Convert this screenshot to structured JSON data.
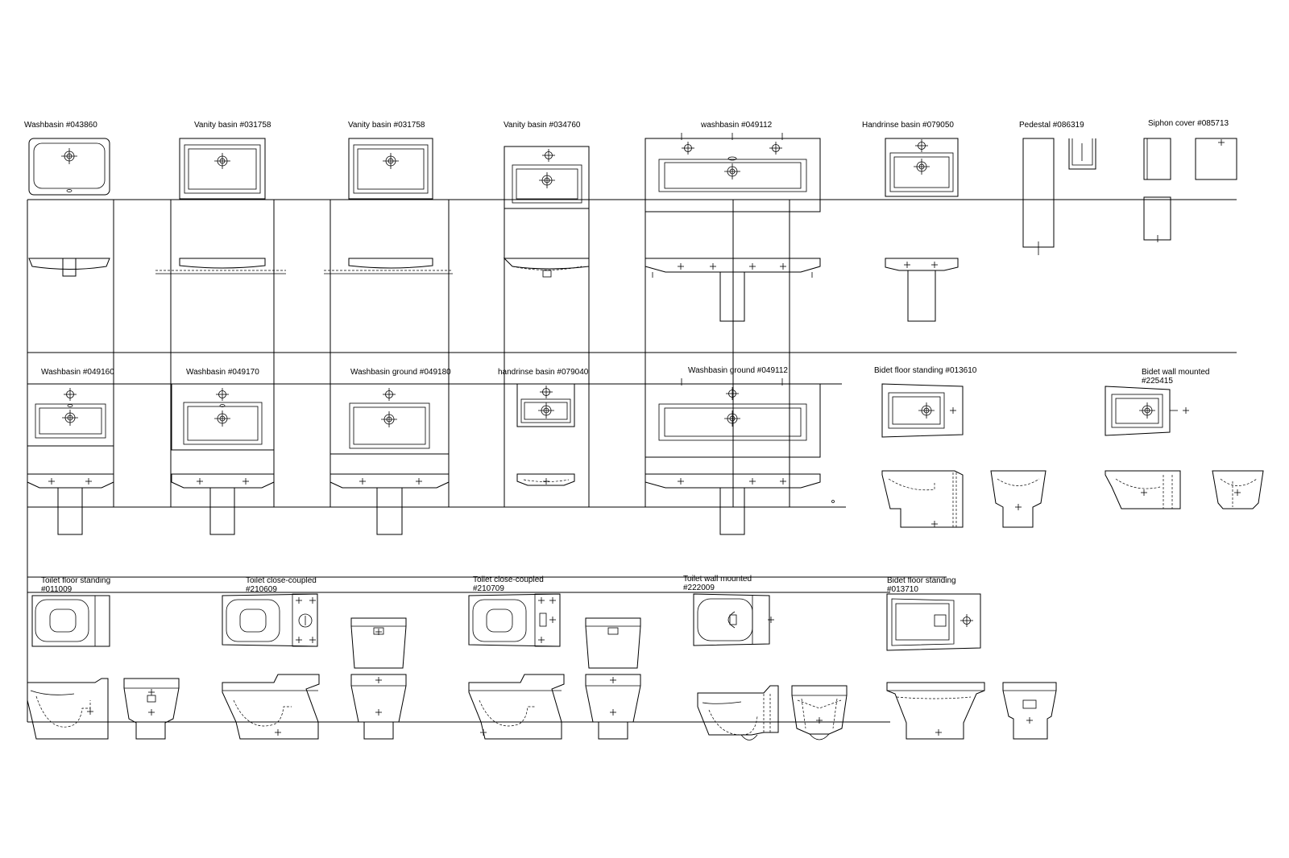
{
  "labels": {
    "r1c1": "Washbasin #043860",
    "r1c2": "Vanity basin #031758",
    "r1c3": "Vanity basin #031758",
    "r1c4": "Vanity basin #034760",
    "r1c5": "washbasin #049112",
    "r1c6": "Handrinse basin #079050",
    "r1c7": "Pedestal #086319",
    "r1c8": "Siphon cover #085713",
    "r2c1": "Washbasin #049160",
    "r2c2": "Washbasin #049170",
    "r2c3": "Washbasin ground #049180",
    "r2c4": "handrinse basin #079040",
    "r2c5": "Washbasin ground #049112",
    "r2c6": "Bidet floor standing #013610",
    "r2c7a": "Bidet wall mounted",
    "r2c7b": "#225415",
    "r3c1a": "Toilet floor standing",
    "r3c1b": "#011009",
    "r3c2a": "Toilet close-coupled",
    "r3c2b": "#210609",
    "r3c3a": "Toilet close-coupled",
    "r3c3b": "#210709",
    "r3c4a": "Toilet wall mounted",
    "r3c4b": "#222009",
    "r3c5a": "Bidet floor standing",
    "r3c5b": "#013710"
  }
}
